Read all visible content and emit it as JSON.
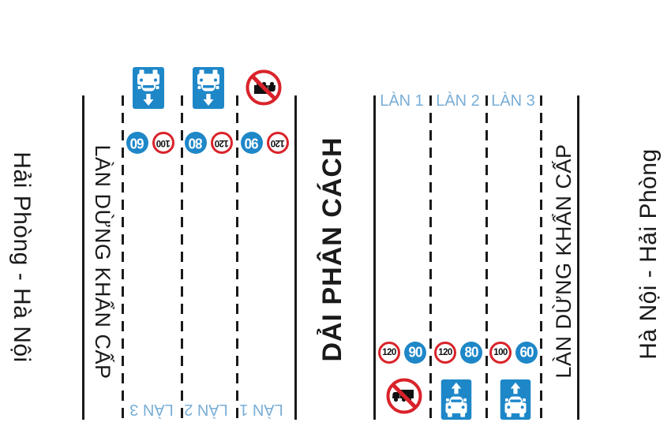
{
  "colors": {
    "sign_blue": "#1e87c8",
    "sign_red": "#d9232a",
    "label_blue": "#79aed6",
    "ink": "#1a1a1a"
  },
  "left": {
    "direction": "Hải Phòng - Hà Nội",
    "emergency_lane": "LÀN DỪNG KHẨN CẤP",
    "lane_labels": [
      "LÀN 3",
      "LÀN 2",
      "LÀN 1"
    ],
    "lanes": [
      {
        "name": "LÀN 3",
        "max": "100",
        "min": "60",
        "sign": "car-lane"
      },
      {
        "name": "LÀN 2",
        "max": "120",
        "min": "80",
        "sign": "car-lane"
      },
      {
        "name": "LÀN 1",
        "max": "120",
        "min": "90",
        "sign": "no-truck"
      }
    ]
  },
  "median": {
    "label": "DẢI PHÂN CÁCH"
  },
  "right": {
    "direction": "Hà Nội - Hải Phòng",
    "emergency_lane": "LÀN DỪNG KHẨN CẤP",
    "lane_labels": [
      "LÀN 1",
      "LÀN 2",
      "LÀN 3"
    ],
    "lanes": [
      {
        "name": "LÀN 1",
        "max": "120",
        "min": "90",
        "sign": "no-truck"
      },
      {
        "name": "LÀN 2",
        "max": "120",
        "min": "80",
        "sign": "car-lane"
      },
      {
        "name": "LÀN 3",
        "max": "100",
        "min": "60",
        "sign": "car-lane"
      }
    ]
  }
}
